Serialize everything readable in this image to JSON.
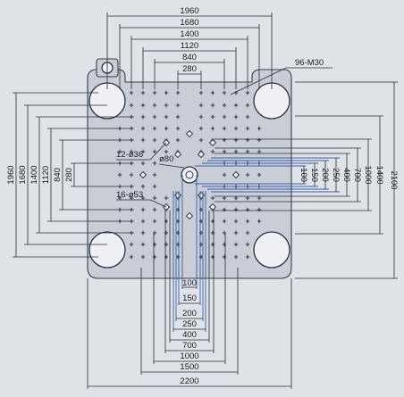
{
  "title": "",
  "top_dims": [
    "1960",
    "1680",
    "1400",
    "1120",
    "840",
    "280"
  ],
  "left_dims": [
    "1960",
    "1680",
    "1400",
    "1120",
    "840",
    "280"
  ],
  "right_dims": [
    "1000",
    "1400",
    "2100"
  ],
  "right_inner_dims": [
    "100",
    "150",
    "200",
    "250",
    "400",
    "700"
  ],
  "bottom_stack": [
    "100",
    "150",
    "200",
    "250",
    "400",
    "700",
    "1000",
    "1500",
    "2200"
  ],
  "callouts": {
    "taps": "96-M30",
    "holes36": "12-ø36",
    "center": "ø80",
    "holes53": "16-ø53"
  },
  "colors": {
    "background": "#dfe3e7",
    "line": "#2a2c38",
    "blue_line": "#3d5fa8",
    "plate": "#c9ced6"
  }
}
